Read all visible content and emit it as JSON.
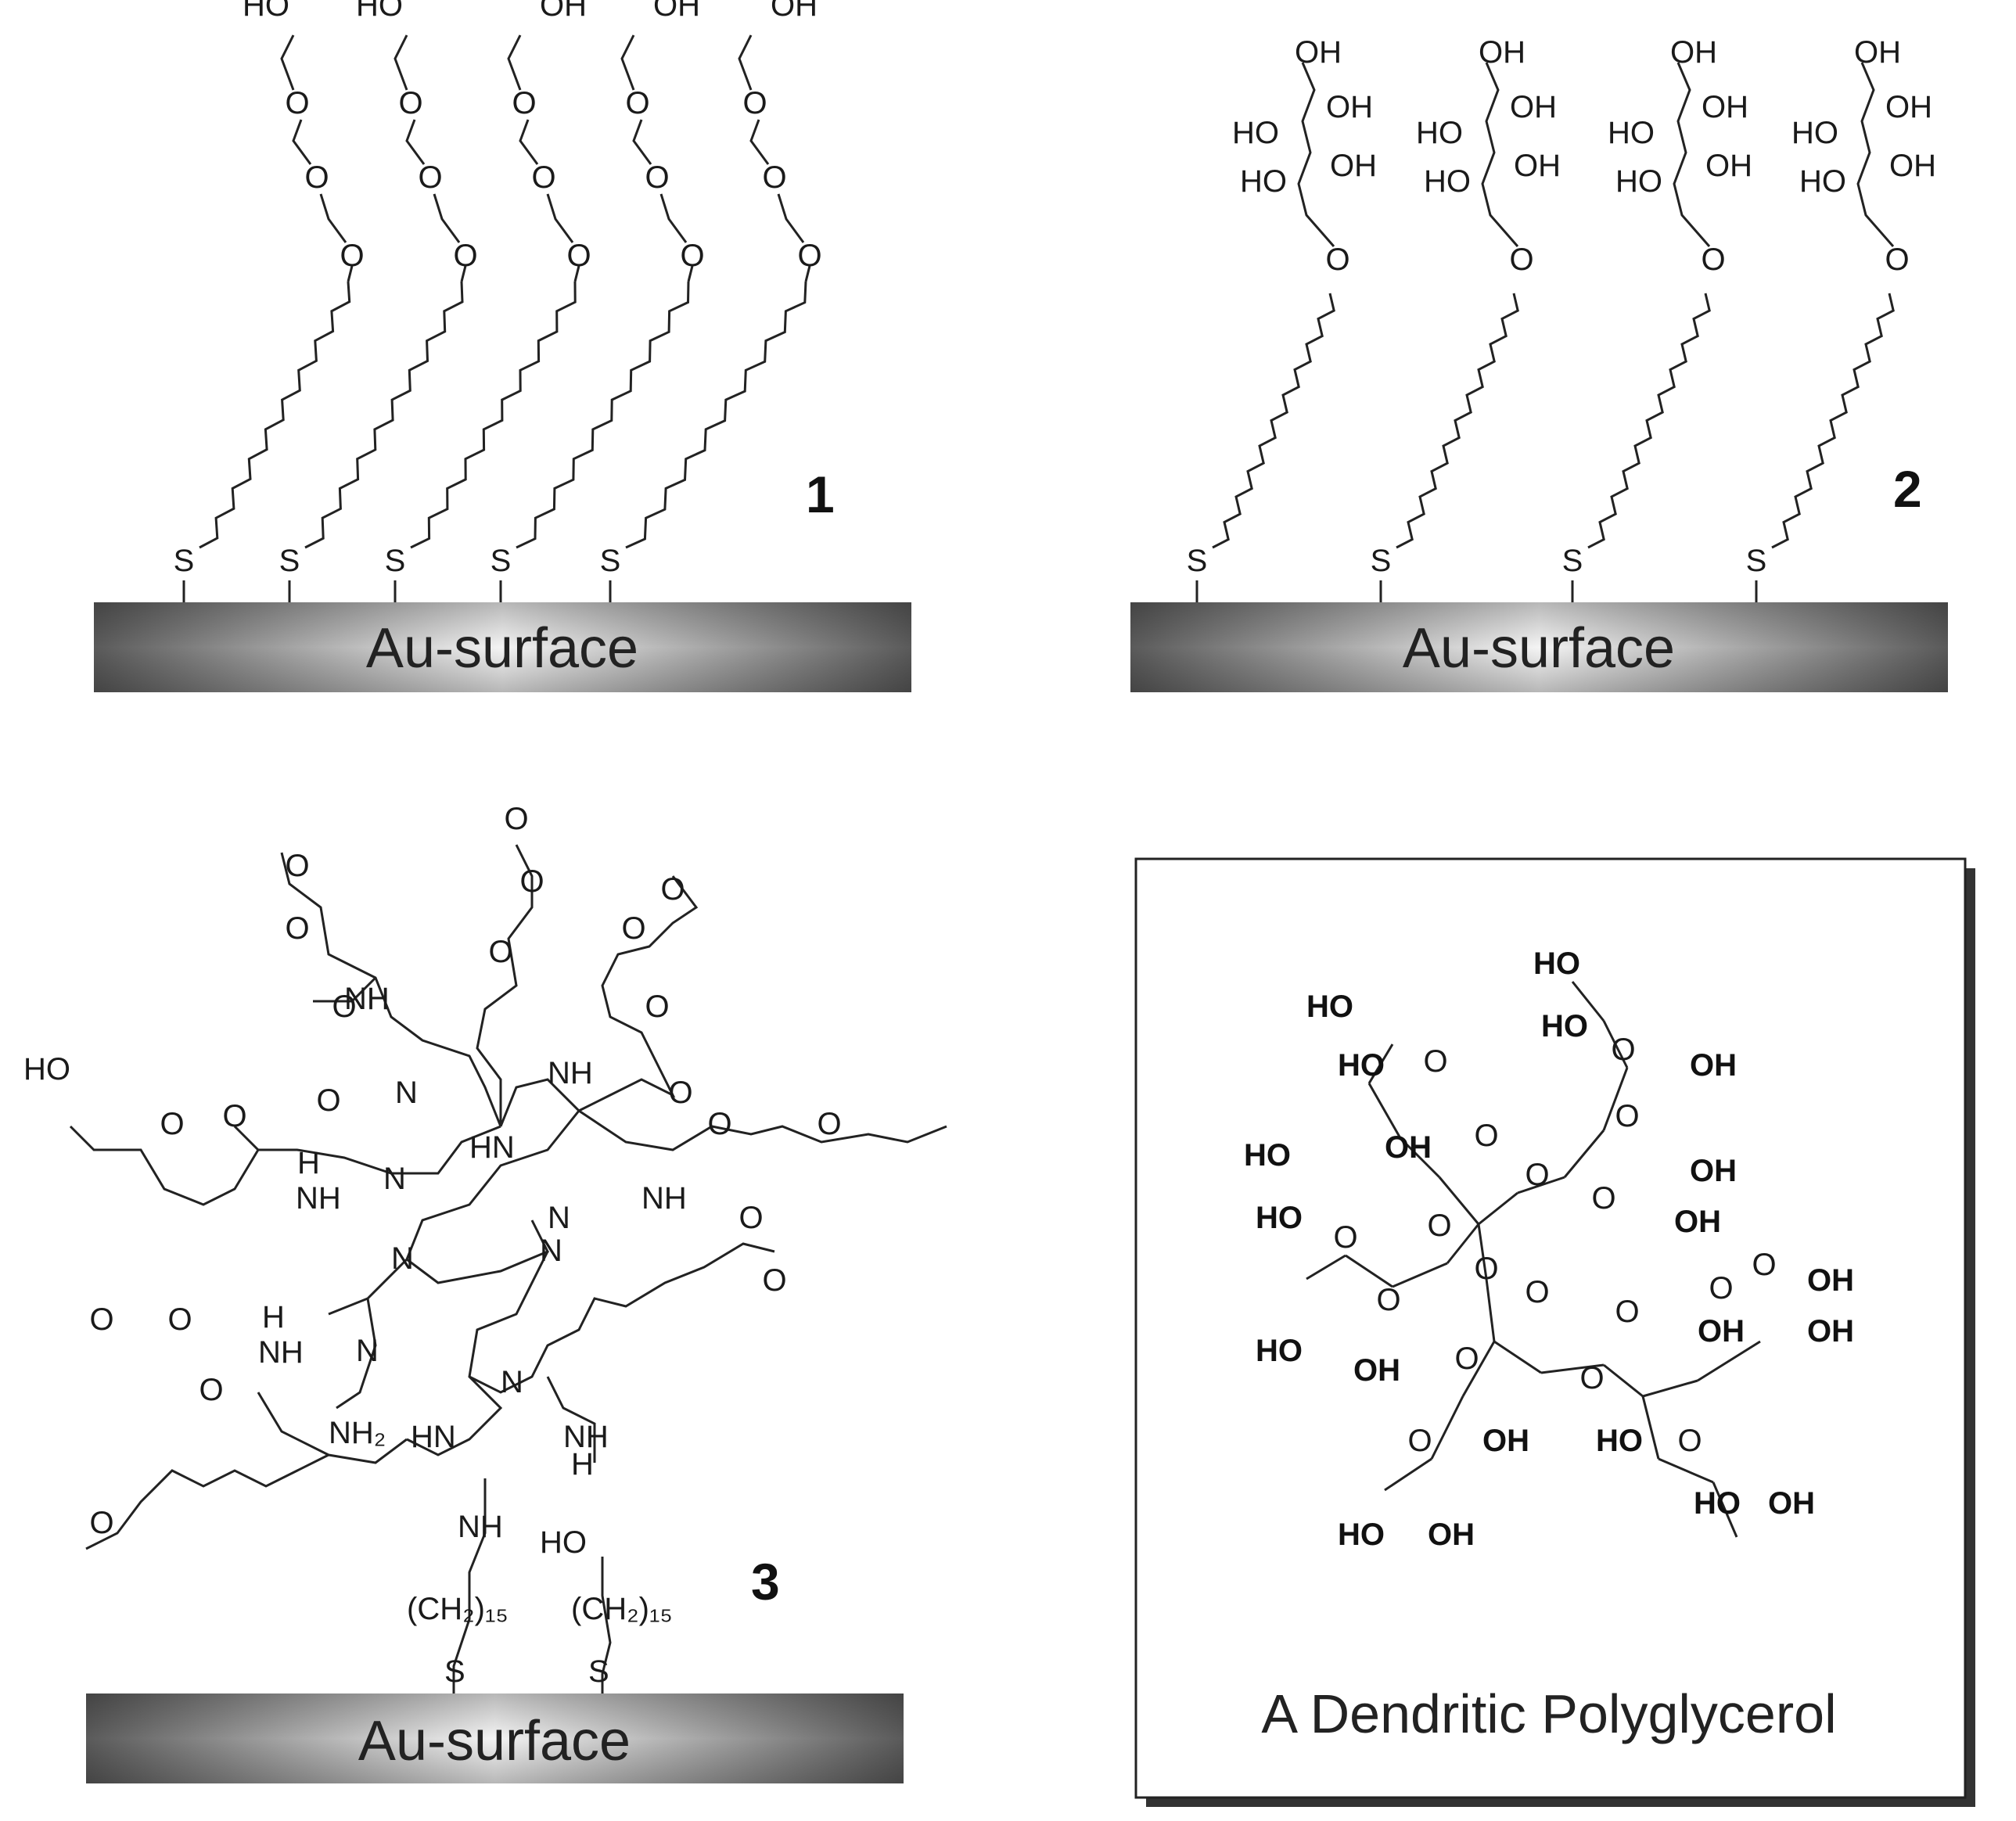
{
  "panel1": {
    "compound_number": "1",
    "surface_label": "Au-surface",
    "hydroxyl": "HO",
    "hydroxyl_alt": "OH",
    "oxygen": "O",
    "sulfur": "S"
  },
  "panel2": {
    "compound_number": "2",
    "surface_label": "Au-surface",
    "oh": "OH",
    "ho": "HO",
    "oxygen": "O",
    "sulfur": "S"
  },
  "panel3": {
    "compound_number": "3",
    "surface_label": "Au-surface",
    "n": "N",
    "nh": "NH",
    "hn": "HN",
    "h": "H",
    "nh2": "NH₂",
    "o": "O",
    "ho": "HO",
    "ch2_15": "(CH₂)₁₅",
    "sulfur": "S"
  },
  "panel4": {
    "caption": "A Dendritic Polyglycerol",
    "ho": "HO",
    "oh": "OH",
    "o": "O"
  },
  "colors": {
    "surface_dark": "#5a5a5a",
    "surface_light": "#f4f4f4",
    "ink": "#222222"
  }
}
